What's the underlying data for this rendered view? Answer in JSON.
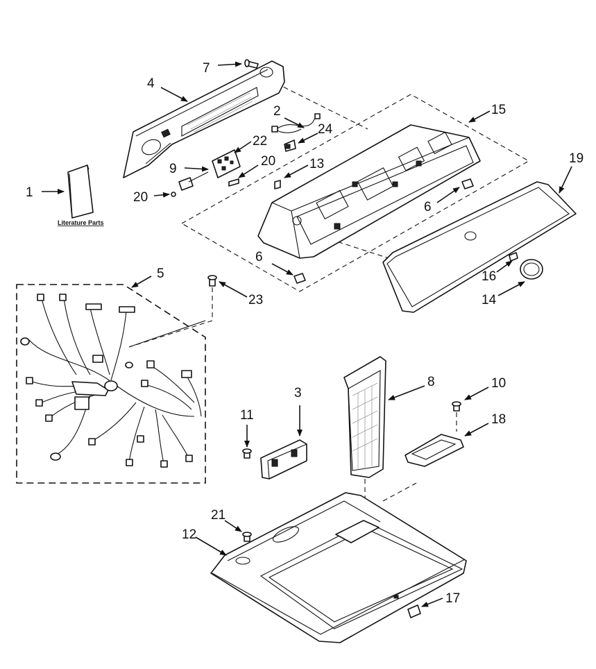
{
  "diagram": {
    "literature_caption": "Literature Parts",
    "callouts": [
      {
        "id": "c1",
        "label": "1"
      },
      {
        "id": "c2",
        "label": "2"
      },
      {
        "id": "c3",
        "label": "3"
      },
      {
        "id": "c4",
        "label": "4"
      },
      {
        "id": "c5",
        "label": "5"
      },
      {
        "id": "c6a",
        "label": "6"
      },
      {
        "id": "c6b",
        "label": "6"
      },
      {
        "id": "c7",
        "label": "7"
      },
      {
        "id": "c8",
        "label": "8"
      },
      {
        "id": "c9",
        "label": "9"
      },
      {
        "id": "c10",
        "label": "10"
      },
      {
        "id": "c11",
        "label": "11"
      },
      {
        "id": "c12",
        "label": "12"
      },
      {
        "id": "c13",
        "label": "13"
      },
      {
        "id": "c14",
        "label": "14"
      },
      {
        "id": "c15",
        "label": "15"
      },
      {
        "id": "c16",
        "label": "16"
      },
      {
        "id": "c17",
        "label": "17"
      },
      {
        "id": "c18",
        "label": "18"
      },
      {
        "id": "c19",
        "label": "19"
      },
      {
        "id": "c20a",
        "label": "20"
      },
      {
        "id": "c20b",
        "label": "20"
      },
      {
        "id": "c21",
        "label": "21"
      },
      {
        "id": "c22",
        "label": "22"
      },
      {
        "id": "c23",
        "label": "23"
      },
      {
        "id": "c24",
        "label": "24"
      }
    ]
  }
}
